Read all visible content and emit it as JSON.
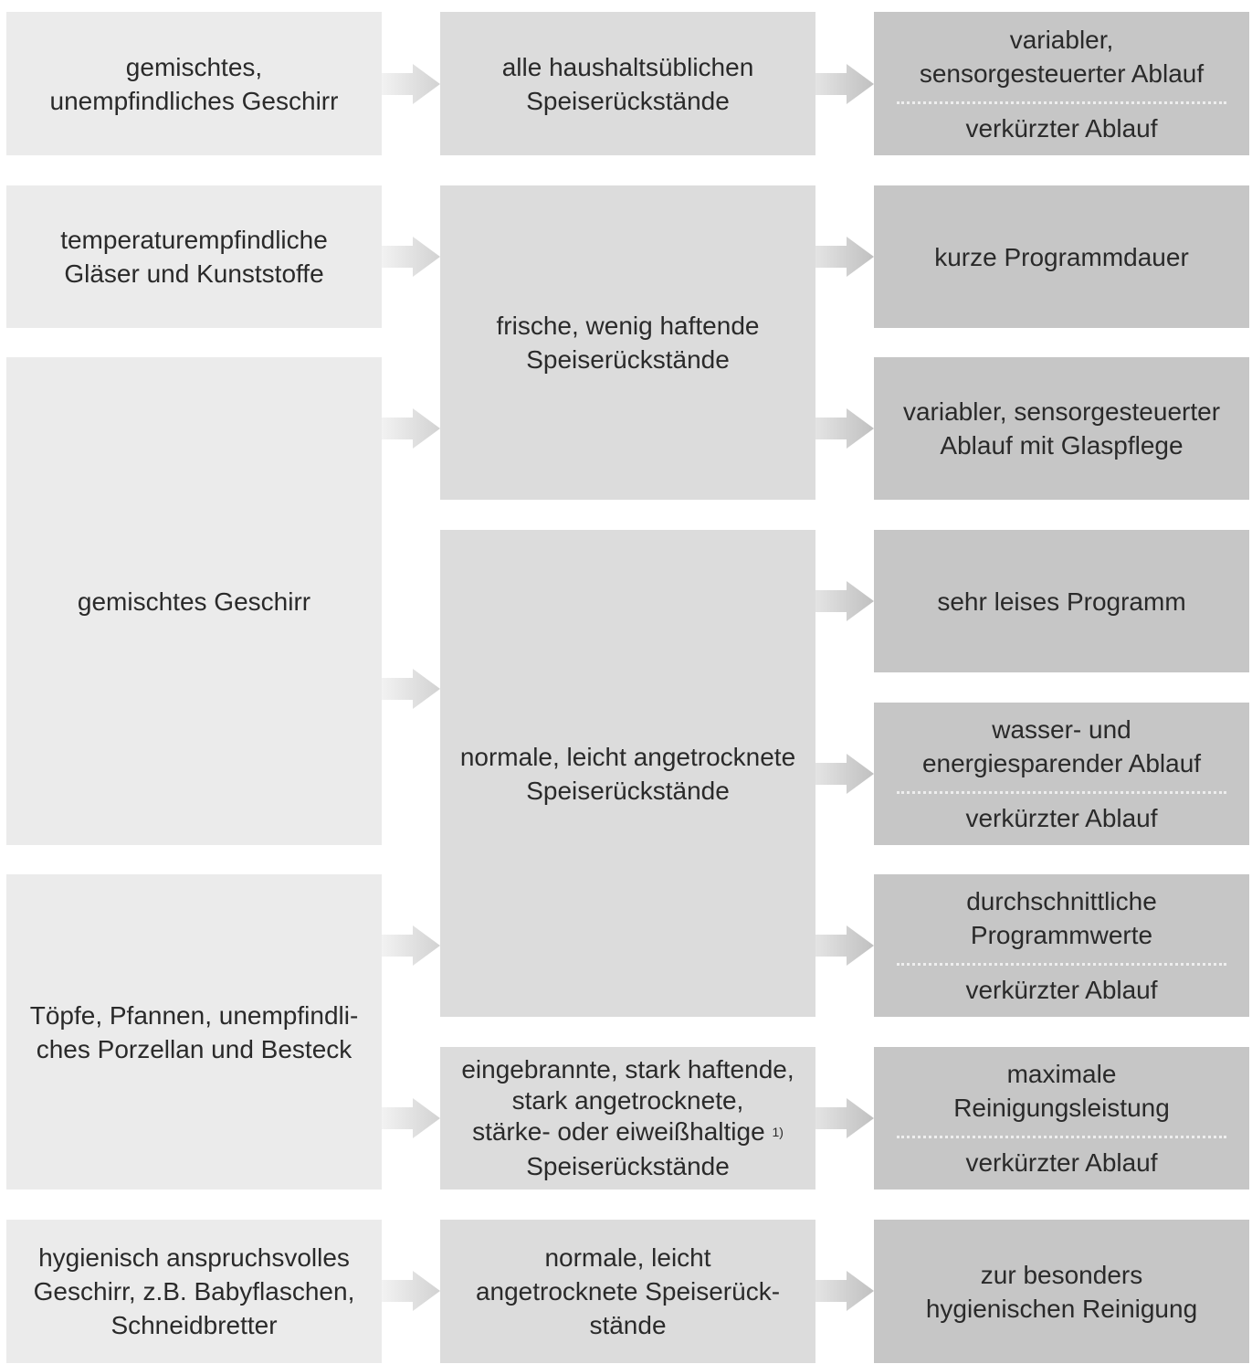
{
  "column1": {
    "mixed_robust": [
      "gemischtes,",
      "unempfindliches Geschirr"
    ],
    "temp_sensitive": [
      "temperaturempfindliche",
      "Gläser und Kunststoffe"
    ],
    "mixed": [
      "gemischtes Geschirr"
    ],
    "pots": [
      "Töpfe, Pfannen, unempfindli-",
      "ches Porzellan und Besteck"
    ],
    "hygienic": [
      "hygienisch anspruchsvolles",
      "Geschirr, z.B. Babyflaschen,",
      "Schneidbretter"
    ]
  },
  "column2": {
    "all_household": [
      "alle haushaltsüblichen",
      "Speiserückstände"
    ],
    "fresh": [
      "frische, wenig haftende",
      "Speiserückstände"
    ],
    "normal": [
      "normale, leicht angetrocknete",
      "Speiserückstände"
    ],
    "burnt": [
      "eingebrannte, stark haftende,",
      "stark angetrocknete,",
      "stärke- oder eiweißhaltige",
      "Speiserückstände"
    ],
    "burnt_footnote": "1)",
    "normal_hygienic": [
      "normale, leicht",
      "angetrocknete Speiserück-",
      "stände"
    ]
  },
  "column3": {
    "variable_sensor": [
      "variabler,",
      "sensorgesteuerter Ablauf"
    ],
    "variable_sensor_alt": "verkürzter Ablauf",
    "short_duration": [
      "kurze Programmdauer"
    ],
    "glass_care": [
      "variabler, sensorgesteuerter",
      "Ablauf mit Glaspflege"
    ],
    "very_quiet": [
      "sehr leises Programm"
    ],
    "eco": [
      "wasser- und",
      "energiesparender Ablauf"
    ],
    "eco_alt": "verkürzter Ablauf",
    "average": [
      "durchschnittliche",
      "Programmwerte"
    ],
    "average_alt": "verkürzter Ablauf",
    "max_cleaning": [
      "maximale",
      "Reinigungsleistung"
    ],
    "max_cleaning_alt": "verkürzter Ablauf",
    "hygienic_cleaning": [
      "zur besonders",
      "hygienischen Reinigung"
    ]
  },
  "colors": {
    "column1_fill": "#ebebeb",
    "column2_fill": "#dcdcdc",
    "column3_fill": "#c6c6c6",
    "arrow_fill": "#dadada",
    "text": "#2a2a2a"
  }
}
